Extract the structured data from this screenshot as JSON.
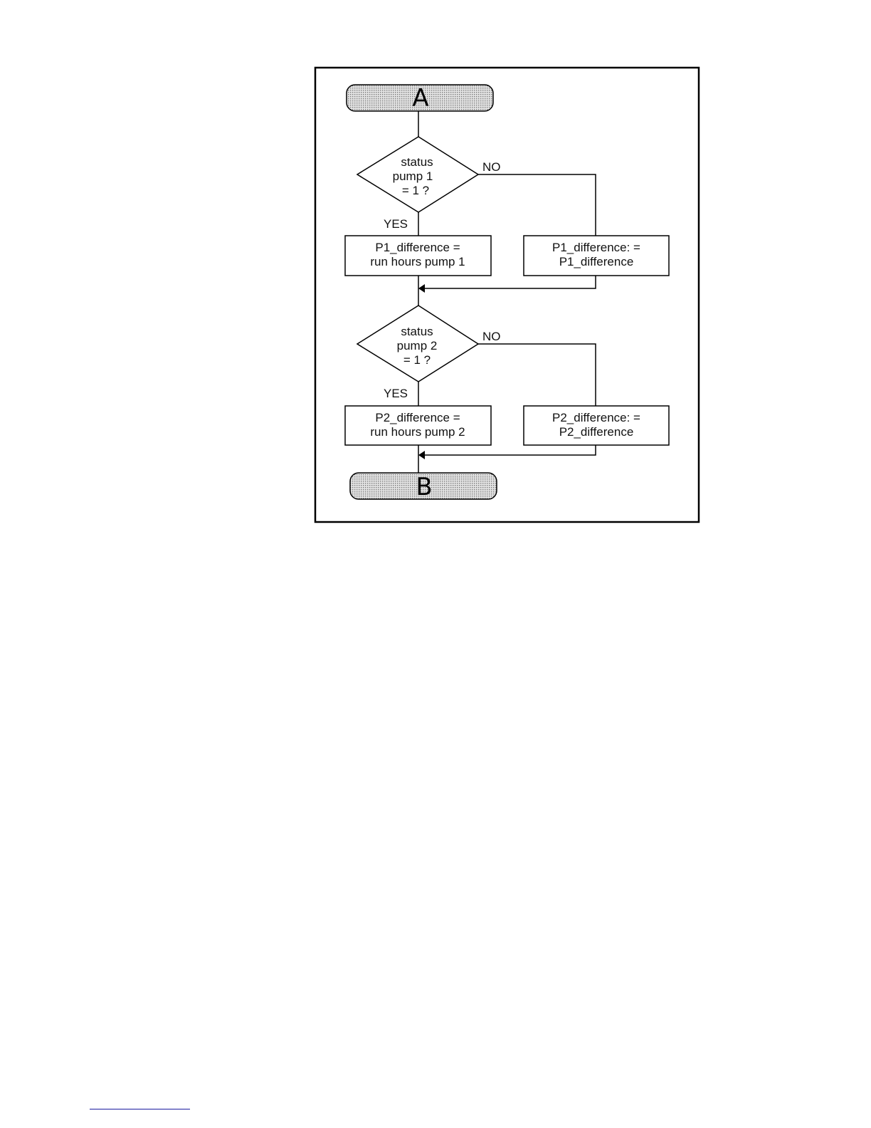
{
  "flowchart": {
    "start_connector": "A",
    "end_connector": "B",
    "decision_1": [
      "status",
      "pump 1",
      "= 1 ?"
    ],
    "decision_2": [
      "status",
      "pump 2",
      "= 1 ?"
    ],
    "yes_label": "YES",
    "no_label": "NO",
    "yes_box_1": [
      "P1_difference =",
      "run hours pump 1"
    ],
    "no_box_1": [
      "P1_difference: =",
      "P1_difference"
    ],
    "yes_box_2": [
      "P2_difference =",
      "run hours pump 2"
    ],
    "no_box_2": [
      "P2_difference: =",
      "P2_difference"
    ]
  },
  "colors": {
    "terminal_fill": "#cfcfcf",
    "line": "#000000",
    "footnote_rule": "#1a1aa0"
  }
}
